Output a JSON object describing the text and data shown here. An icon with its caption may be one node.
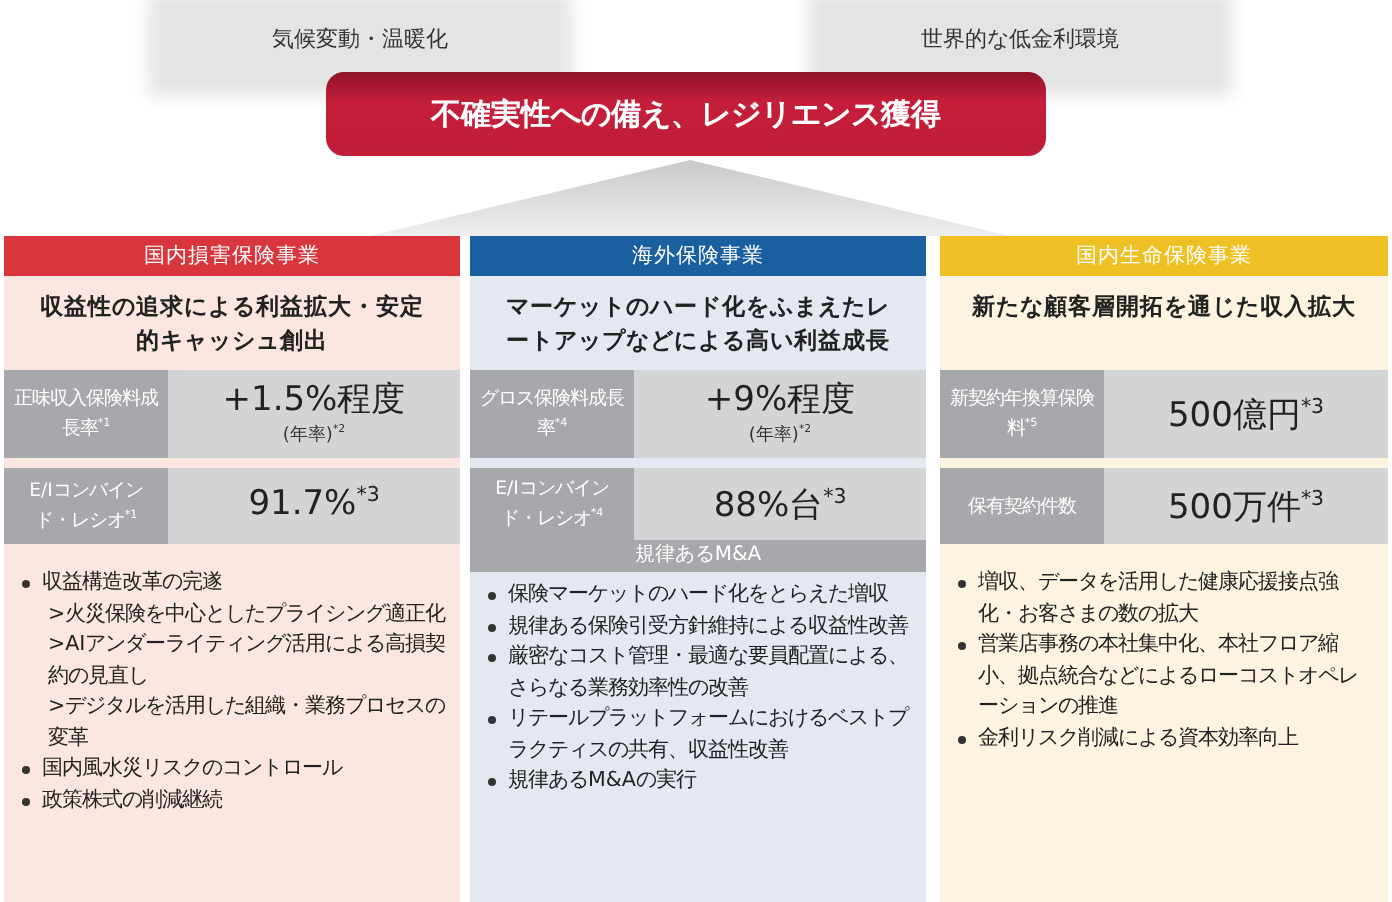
{
  "diagram": {
    "nodes": [
      {
        "text": [
          "気候変動・温暖化"
        ]
      },
      {
        "text": [
          "世界的な低金利環境"
        ]
      },
      {
        "text": [
          "不確実性への備え、レジリエンス獲得"
        ]
      },
      {
        "text": [
          "国内損害保険事業",
          "収益性の追求による利益拡大・安定的キャッシュ創出",
          "収益構造改革の完遂",
          ">火災保険を中心としたプライシング適正化",
          ">AIアンダーライティング活用による高損契約の見直し",
          ">デジタルを活用した組織・業務プロセスの変革",
          "国内風水災リスクのコントロール",
          "政策株式の削減継続"
        ]
      },
      {
        "text": [
          "正味収入保険料成長率$^{*1}$",
          "+1.5%程度",
          "(年率)$^{*2}$"
        ],
        "in": 3
      },
      {
        "text": [
          "E/Iコンバインド・レシオ$^{*1}$",
          "91.7%$^{*3}$"
        ],
        "in": 3
      },
      {
        "text": [
          "海外保険事業",
          "マーケットのハード化をふまえたレートアップなどによる高い利益成長",
          "保険マーケットのハード化をとらえた増収",
          "規律ある保険引受方針維持による収益性改善",
          "厳密なコスト管理・最適な要員配置による、さらなる業務効率性の改善",
          "リテールプラットフォームにおけるベストプラクティスの共有、収益性改善",
          "規律あるM&Aの実行"
        ]
      },
      {
        "text": [
          "グロス保険料成長率$^{*4}$",
          "+9%程度",
          "(年率)$^{*2}$"
        ],
        "in": 6
      },
      {
        "text": [
          "E/Iコンバインド・レシオ$^{*4}$",
          "88%台$^{*3}$"
        ],
        "in": 6
      },
      {
        "text": [
          "規律あるM&A"
        ],
        "in": 6
      },
      {
        "text": [
          "国内生命保険事業",
          "新たな顧客層開拓を通じた収入拡大",
          "増収、データを活用した健康応援接点強化・お客さまの数の拡大",
          "営業店事務の本社集中化、本社フロア縮小、拠点統合などによるローコストオペレーションの推進",
          "金利リスク削減による資本効率向上"
        ]
      },
      {
        "text": [
          "新契約年換算保険料$^{*5}$",
          "500億円$^{*3}$"
        ],
        "in": 10
      },
      {
        "text": [
          "保有契約件数",
          "500万件$^{*3}$"
        ],
        "in": 10
      },
      {
        "text": [],
        "shape": "triangle"
      }
    ]
  }
}
